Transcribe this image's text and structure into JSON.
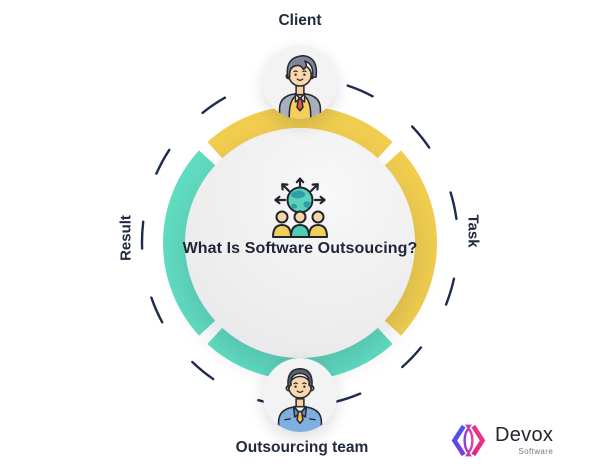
{
  "title": "What Is Software Outsoucing?",
  "labels": {
    "top": "Client",
    "right": "Task",
    "left": "Result",
    "bottom": "Outsourcing team"
  },
  "colors": {
    "yellow": "#F0CD4F",
    "teal": "#60DCC1",
    "navy": "#1E2B4D",
    "title_text": "#1F2438",
    "label_text": "#222A3D"
  },
  "ring": {
    "segments": [
      {
        "position": "top",
        "color": "#F0CD4F"
      },
      {
        "position": "right",
        "color": "#F0CD4F"
      },
      {
        "position": "bottom",
        "color": "#60DCC1"
      },
      {
        "position": "left",
        "color": "#60DCC1"
      }
    ]
  },
  "icons": {
    "center": "globe-arrows-team-icon",
    "top_avatar": "client-avatar-icon",
    "bottom_avatar": "outsourcing-team-avatar-icon",
    "logo_mark": "devox-hexagon-logo-icon"
  },
  "logo": {
    "name": "Devox",
    "subtitle": "Software"
  }
}
